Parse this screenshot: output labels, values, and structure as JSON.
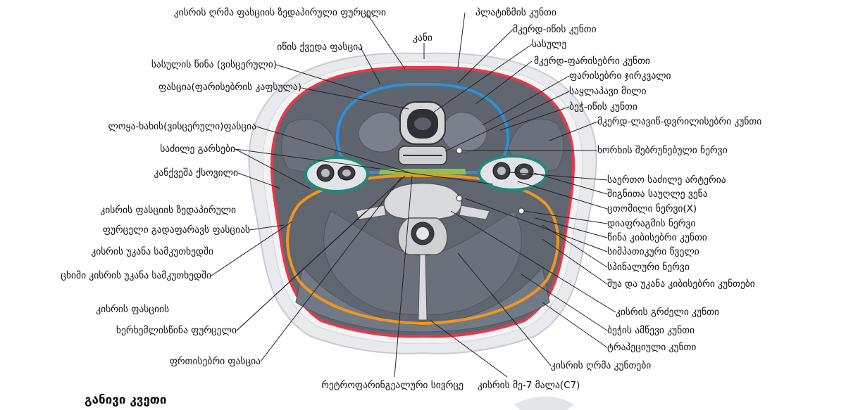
{
  "caption": "განივი კვეთი",
  "labels": {
    "deep_fascia_superficial_layer": "კისრის ღრმა ფასციის ზედაპირული ფურცელი",
    "platysma": "პლატიზმის კუნთი",
    "skin": "კანი",
    "sternohyoid": "მკერდ-იწის კუნთი",
    "trachea_top": "სასულე",
    "infrahyoid_fascia": "იწის ქვედა ფასცია",
    "pretracheal_visceral_fascia": "სასულის წინა (ვისცერული)",
    "sternothyroid": "მკერდ-ფარისებრი კუნთი",
    "fascia_thyroid_capsule": "ფასცია(ფარისებრის კაფსულა)",
    "thyroid_gland": "ფარისებრი ჯირკვალი",
    "esophagus": "საყლაპავი მილი",
    "omohyoid": "ბეჭ-იწის კუნთი",
    "buccopharyngeal_fascia": "ლოყა-ხახის(ვისცერული)ფასცია",
    "sternocleidomastoid": "მკერდ-ლავიწ-დვრილისებრი კუნთი",
    "carotid_sheath": "საძილე გარსები",
    "recurrent_laryngeal_nerve": "ხორხის შებრუნებული ნერვი",
    "subcutaneous_tissue": "კანქვეშა ქსოვილი",
    "common_carotid_artery": "საერთო საძილე არტერია",
    "internal_jugular_vein": "შიგნითა საუღლე ვენა",
    "vagus_nerve": "ცთომილი ნერვი(X)",
    "superficial_layer_covering_1": "კისრის ფასციის ზედაპირული",
    "superficial_layer_covering_2": "ფურცელი გადაფარავს ფასციას",
    "phrenic_nerve": "დიაფრაგმის ნერვი",
    "posterior_triangle": "კისრის უკანა სამკუთხედში",
    "anterior_scalene": "წინა კიბისებრი კუნთი",
    "fat_posterior_triangle": "ცხიმი კისრის უკანა სამკუთხედში",
    "sympathetic_trunk": "სიმპათიკური წველი",
    "spinal_nerve": "სპინალური ნერვი",
    "middle_posterior_scalenes": "შუა და უკანა კიბისებრი კუნთები",
    "prevertebral_layer_1": "კისრის ფასციის",
    "prevertebral_layer_2": "ხერხემლისწინა ფურცელი",
    "longus_colli": "კისრის გრძელი კუნთი",
    "levator_scapulae": "ბეჭის ამწევი კუნთი",
    "trapezius": "ტრაპეციული კუნთი",
    "alar_fascia": "ფრთისებრი ფასცია",
    "deep_neck_muscles": "კისრის ღრმა კუნთები",
    "retropharyngeal_space": "რეტროფარინგეალური სივრცე",
    "c7_vertebra": "კისრის მე-7 მალა(C7)"
  },
  "colors": {
    "investing_fascia": "#e33a4a",
    "pretracheal_fascia": "#2f8fdc",
    "buccopharyngeal_fascia": "#8bc34a",
    "carotid_sheath": "#1f8a7a",
    "prevertebral_fascia": "#f0961e",
    "muscle": "#6d7480",
    "skin": "#e6e7ea",
    "bone": "#d9dadd"
  }
}
